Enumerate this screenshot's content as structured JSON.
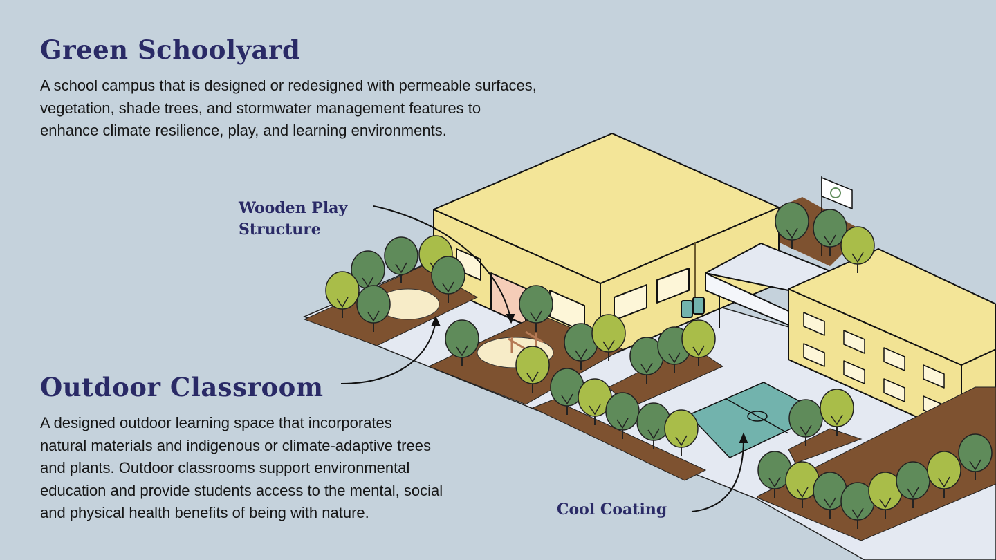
{
  "green_schoolyard": {
    "title": "Green Schoolyard",
    "lines": [
      "A school campus that is designed or redesigned with permeable surfaces,",
      "vegetation, shade trees, and stormwater management features to",
      "enhance climate resilience, play, and learning environments."
    ]
  },
  "outdoor_classroom": {
    "title": "Outdoor Classroom",
    "lines": [
      "A designed outdoor learning space that incorporates",
      "natural materials and indigenous or climate-adaptive trees",
      "and plants. Outdoor classrooms support environmental",
      "education and provide students access to the mental, social",
      "and physical health benefits of being with nature."
    ]
  },
  "callouts": {
    "wooden_play_line1": "Wooden Play",
    "wooden_play_line2": "Structure",
    "cool_coating": "Cool Coating"
  },
  "colors": {
    "background": "#c5d2dc",
    "heading": "#2a2a66",
    "building": "#f2e394",
    "ground": "#e4e9f2",
    "soil": "#7e5230",
    "tree_dark": "#5f8b5a",
    "tree_light": "#a9bd49",
    "court": "#72b3ad"
  }
}
